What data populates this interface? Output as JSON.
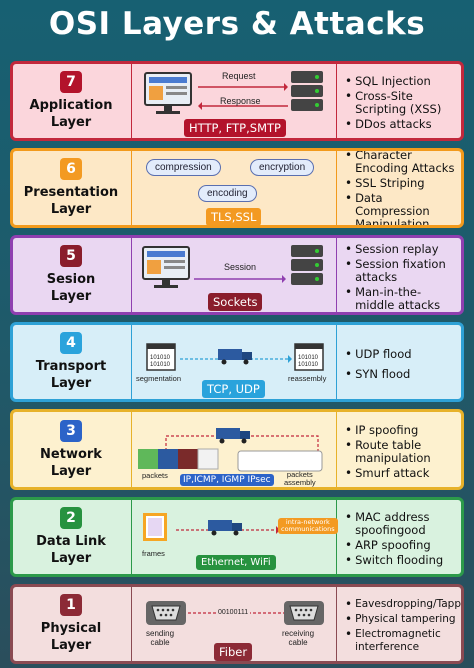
{
  "title": "OSI Layers & Attacks",
  "layers": [
    {
      "number": "7",
      "name": "Application\nLayer",
      "tag": "HTTP, FTP,SMTP",
      "labels": {
        "request": "Request",
        "response": "Response"
      },
      "attacks": [
        "SQL Injection",
        "Cross-Site Scripting (XSS)",
        "DDos attacks"
      ],
      "colors": {
        "bg": "#fbd6dc",
        "border": "#c2283c",
        "accent": "#b3132b"
      }
    },
    {
      "number": "6",
      "name": "Presentation\nLayer",
      "tag": "TLS,SSL",
      "labels": {
        "compression": "compression",
        "encryption": "encryption",
        "encoding": "encoding"
      },
      "attacks": [
        "Character Encoding Attacks",
        "SSL Striping",
        "Data Compression Manipulation"
      ],
      "colors": {
        "bg": "#fde8c6",
        "border": "#f29a1c",
        "accent": "#f39a22"
      }
    },
    {
      "number": "5",
      "name": "Sesion\nLayer",
      "tag": "Sockets",
      "labels": {
        "session": "Session"
      },
      "attacks": [
        "Session replay",
        "Session fixation attacks",
        "Man-in-the-middle attacks"
      ],
      "colors": {
        "bg": "#ead7f2",
        "border": "#8f3fb0",
        "accent": "#8a1d2c"
      }
    },
    {
      "number": "4",
      "name": "Transport\nLayer",
      "tag": "TCP, UDP",
      "labels": {
        "segmentation": "segmentation",
        "reassembly": "reassembly",
        "bits": "101010"
      },
      "attacks": [
        "UDP flood",
        "SYN flood"
      ],
      "colors": {
        "bg": "#d7eef8",
        "border": "#2ea1d6",
        "accent": "#2aa3dc"
      }
    },
    {
      "number": "3",
      "name": "Network\nLayer",
      "tag": "IP,ICMP, IGMP IPsec",
      "labels": {
        "packets": "packets",
        "assembly": "packets\nassembly"
      },
      "attacks": [
        "IP spoofing",
        "Route table manipulation",
        "Smurf attack"
      ],
      "colors": {
        "bg": "#fdf1cf",
        "border": "#e7b22a",
        "accent": "#2c63c8"
      }
    },
    {
      "number": "2",
      "name": "Data Link\nLayer",
      "tag": "Ethernet, WiFi",
      "labels": {
        "frames": "frames",
        "intra": "intra-network\ncommunications"
      },
      "attacks": [
        "MAC address spoofingood",
        "ARP spoofing",
        "Switch flooding"
      ],
      "colors": {
        "bg": "#d9f2df",
        "border": "#2c9a4a",
        "accent": "#27923f"
      }
    },
    {
      "number": "1",
      "name": "Physical\nLayer",
      "tag": "Fiber",
      "labels": {
        "sending": "sending\ncable",
        "receiving": "receiving\ncable",
        "bits": "00100111"
      },
      "attacks": [
        "Eavesdropping/Tapping",
        "Physical tampering",
        "Electromagnetic interference"
      ],
      "colors": {
        "bg": "#f3dede",
        "border": "#8a4a52",
        "accent": "#8c2a36"
      }
    }
  ]
}
